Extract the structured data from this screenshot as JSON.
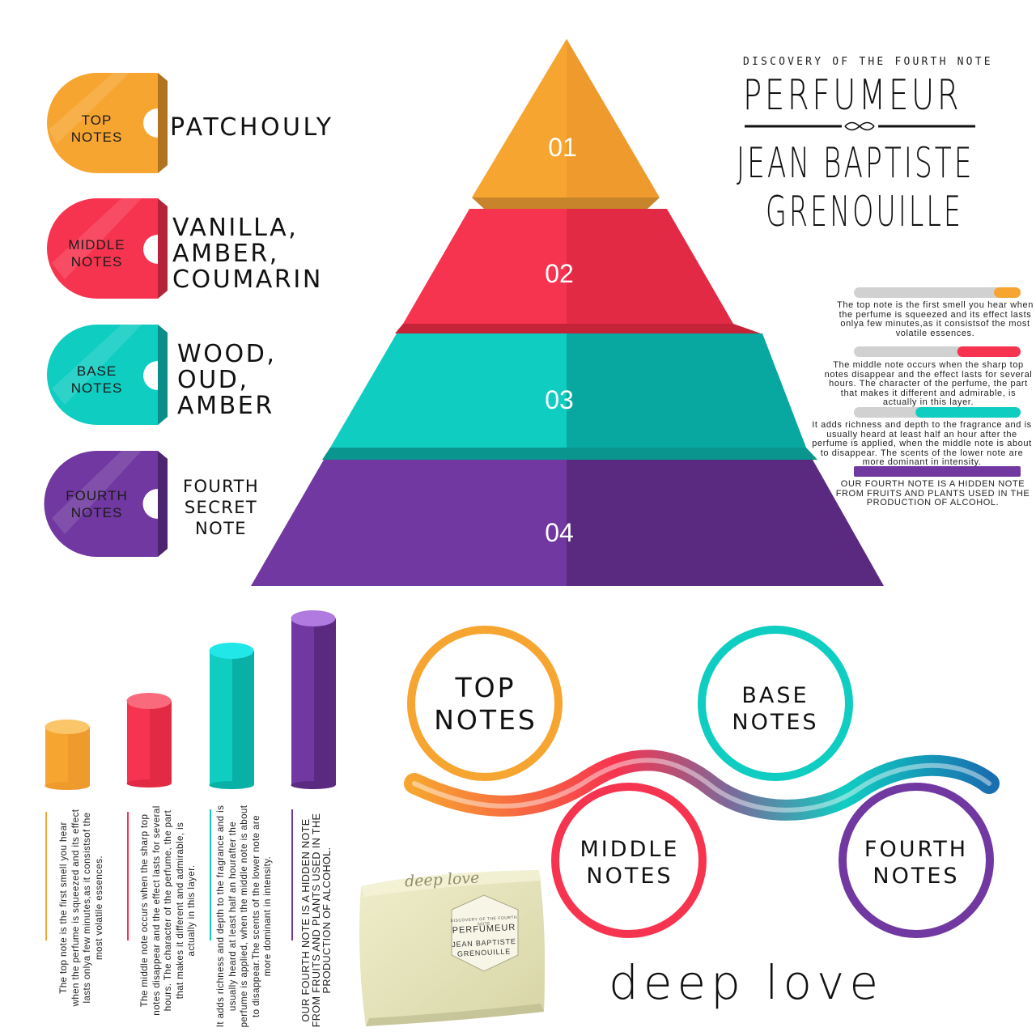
{
  "brand": {
    "tagline": "DISCOVERY OF THE FOURTH NOTE",
    "name": "PERFUMEUR",
    "person_line1": "JEAN BAPTISTE",
    "person_line2": "GRENOUILLE"
  },
  "layers": [
    {
      "id": "top",
      "number": "01",
      "tab_line1": "TOP",
      "tab_line2": "NOTES",
      "notes": "PATCHOULY",
      "color": "#F7A531",
      "dark": "#EE9A2C"
    },
    {
      "id": "middle",
      "number": "02",
      "tab_line1": "MIDDLE",
      "tab_line2": "NOTES",
      "notes": "VANILLA,\nAMBER,\nCOUMARIN",
      "color": "#F7344F",
      "dark": "#E22A45"
    },
    {
      "id": "base",
      "number": "03",
      "tab_line1": "BASE",
      "tab_line2": "NOTES",
      "notes": "WOOD,\nOUD,\nAMBER",
      "color": "#10CDC2",
      "dark": "#08A8A0"
    },
    {
      "id": "fourth",
      "number": "04",
      "tab_line1": "FOURTH",
      "tab_line2": "NOTES",
      "notes": "FOURTH\nSECRET\nNOTE",
      "color": "#7038A0",
      "dark": "#5A2A80"
    }
  ],
  "descriptions": {
    "top": "The top note is the first smell you hear when the perfume is squeezed and its effect lasts onlya few minutes,as it consistsof the most volatile essences.",
    "middle": "The middle note occurs when the sharp top notes disappear and the effect lasts for several hours. The character of the perfume, the part that makes it different and admirable, is actually in this layer.",
    "base": "It adds richness and depth to the fragrance and is usually heard at least half an hour after the perfume is applied, when the middle note is about to disappear. The scents of the lower note are more dominant in intensity.",
    "fourth": "OUR FOURTH NOTE IS A HIDDEN NOTE FROM FRUITS AND PLANTS USED IN THE PRODUCTION OF ALCOHOL."
  },
  "cylinder_texts": {
    "base": "It adds richness and depth to the fragrance and is usually heard at least half an hourafter the perfume is applied, when the middle note is about to disappear.The scents of the lower note are more dominant in intensity."
  },
  "progress": [
    {
      "id": "top",
      "fill": 0.16,
      "color": "#F7A531"
    },
    {
      "id": "middle",
      "fill": 0.38,
      "color": "#F7344F"
    },
    {
      "id": "base",
      "fill": 0.63,
      "color": "#10CDC2"
    },
    {
      "id": "fourth",
      "fill": 1.0,
      "color": "#7038A0"
    }
  ],
  "circles": [
    {
      "id": "top",
      "line1": "TOP",
      "line2": "NOTES",
      "color": "#F7A531"
    },
    {
      "id": "base",
      "line1": "BASE",
      "line2": "NOTES",
      "color": "#10CDC2"
    },
    {
      "id": "middle",
      "line1": "MIDDLE",
      "line2": "NOTES",
      "color": "#F7344F"
    },
    {
      "id": "fourth",
      "line1": "FOURTH",
      "line2": "NOTES",
      "color": "#7038A0"
    }
  ],
  "product": {
    "script": "deep love",
    "line": "DISCOVERY OF THE FOURTH NOTE",
    "brand": "PERFUMEUR",
    "person_line1": "JEAN BAPTISTE",
    "person_line2": "GRENOUILLE"
  },
  "slogan": "deep love"
}
